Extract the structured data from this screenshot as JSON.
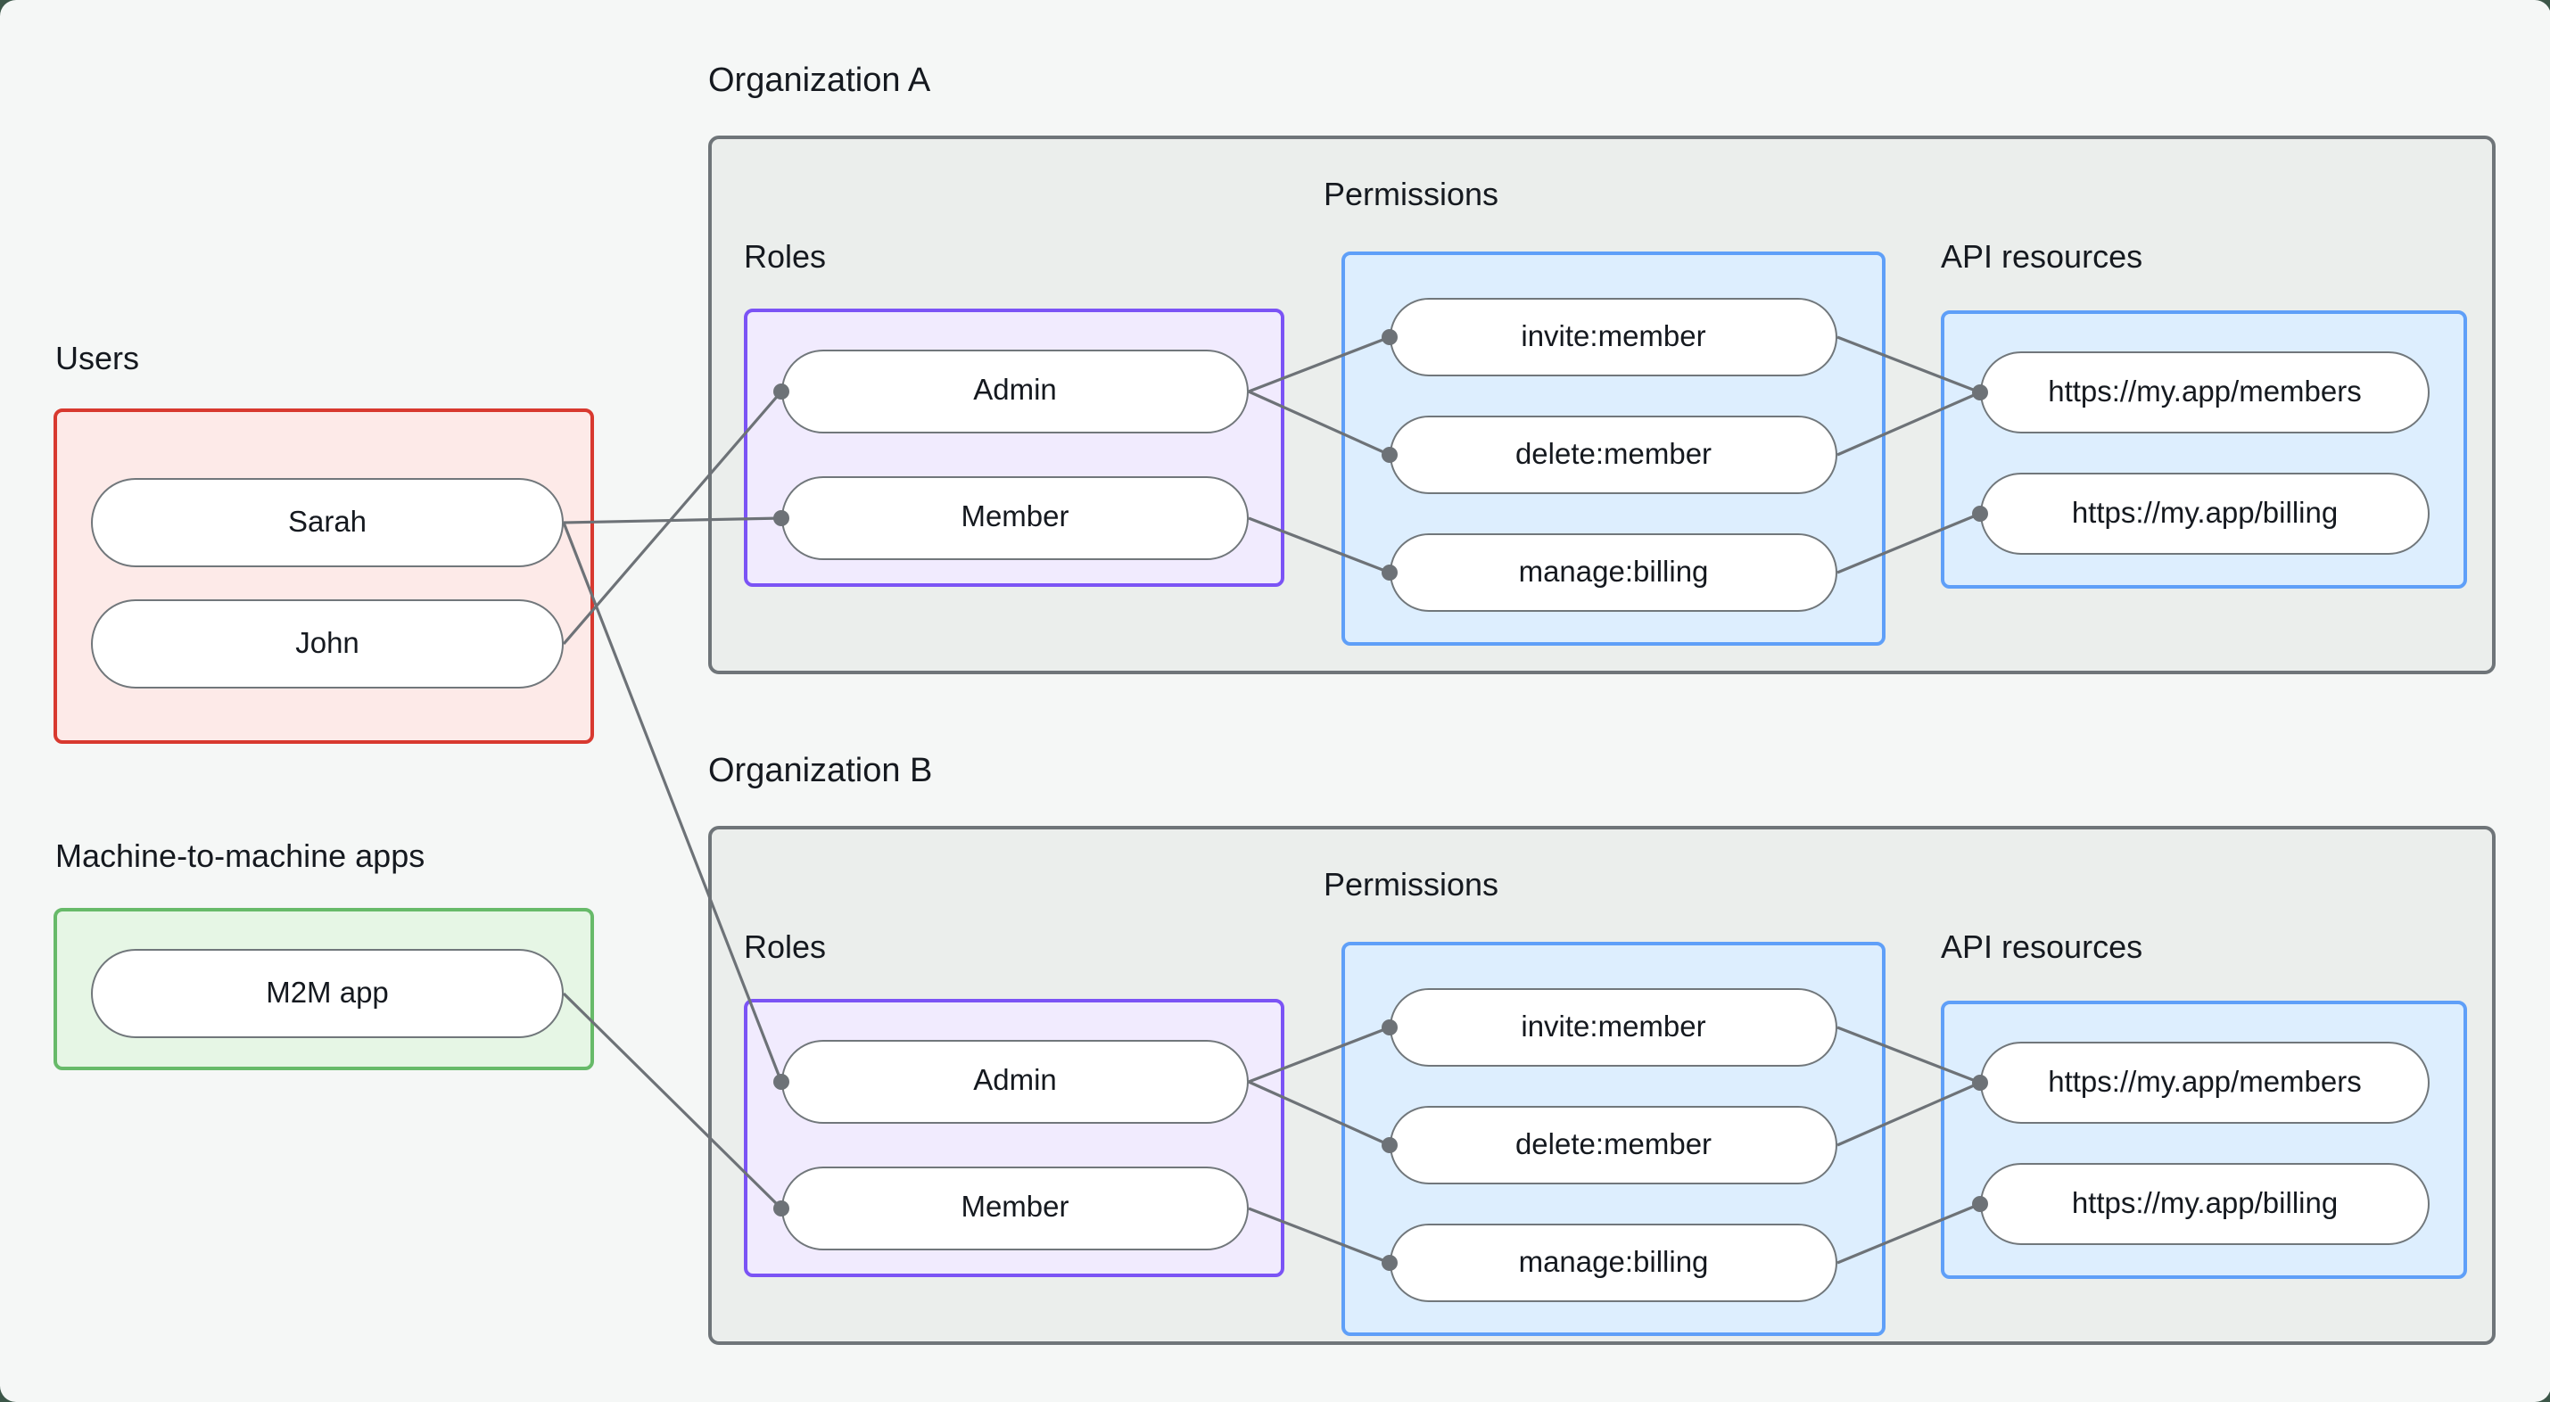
{
  "colors": {
    "backdrop": "#3d5749",
    "page_bg": "#f5f7f6",
    "org_fill": "#ebeeec",
    "org_border": "#6f7579",
    "users_fill": "#fdeae8",
    "users_border": "#d8392f",
    "m2m_fill": "#e6f6e5",
    "m2m_border": "#67ba69",
    "roles_fill": "#f1ebfe",
    "roles_border": "#7b53f5",
    "blue_fill": "#ddeefe",
    "blue_border": "#5f9ff8",
    "pill_fill": "#ffffff",
    "pill_border": "#71777b",
    "edge_line": "#6d7277",
    "text": "#15191f"
  },
  "users_group": {
    "label": "Users",
    "items": [
      {
        "id": "users.sarah",
        "label": "Sarah"
      },
      {
        "id": "users.john",
        "label": "John"
      }
    ]
  },
  "m2m_group": {
    "label": "Machine-to-machine apps",
    "items": [
      {
        "id": "m2m.app",
        "label": "M2M app"
      }
    ]
  },
  "organizations": [
    {
      "id": "orgA",
      "title": "Organization A",
      "roles_label": "Roles",
      "permissions_label": "Permissions",
      "api_label": "API resources",
      "roles": [
        {
          "id": "orgA.roles.admin",
          "label": "Admin"
        },
        {
          "id": "orgA.roles.member",
          "label": "Member"
        }
      ],
      "permissions": [
        {
          "id": "orgA.perm.invite",
          "label": "invite:member"
        },
        {
          "id": "orgA.perm.delete",
          "label": "delete:member"
        },
        {
          "id": "orgA.perm.billing",
          "label": "manage:billing"
        }
      ],
      "apis": [
        {
          "id": "orgA.api.members",
          "label": "https://my.app/members"
        },
        {
          "id": "orgA.api.billing",
          "label": "https://my.app/billing"
        }
      ]
    },
    {
      "id": "orgB",
      "title": "Organization B",
      "roles_label": "Roles",
      "permissions_label": "Permissions",
      "api_label": "API resources",
      "roles": [
        {
          "id": "orgB.roles.admin",
          "label": "Admin"
        },
        {
          "id": "orgB.roles.member",
          "label": "Member"
        }
      ],
      "permissions": [
        {
          "id": "orgB.perm.invite",
          "label": "invite:member"
        },
        {
          "id": "orgB.perm.delete",
          "label": "delete:member"
        },
        {
          "id": "orgB.perm.billing",
          "label": "manage:billing"
        }
      ],
      "apis": [
        {
          "id": "orgB.api.members",
          "label": "https://my.app/members"
        },
        {
          "id": "orgB.api.billing",
          "label": "https://my.app/billing"
        }
      ]
    }
  ],
  "edges": [
    {
      "from": "users.sarah",
      "to": "orgA.roles.member"
    },
    {
      "from": "users.john",
      "to": "orgA.roles.admin"
    },
    {
      "from": "users.sarah",
      "to": "orgB.roles.admin"
    },
    {
      "from": "m2m.app",
      "to": "orgB.roles.member"
    },
    {
      "from": "orgA.roles.admin",
      "to": "orgA.perm.invite"
    },
    {
      "from": "orgA.roles.admin",
      "to": "orgA.perm.delete"
    },
    {
      "from": "orgA.roles.member",
      "to": "orgA.perm.billing"
    },
    {
      "from": "orgA.perm.invite",
      "to": "orgA.api.members"
    },
    {
      "from": "orgA.perm.delete",
      "to": "orgA.api.members"
    },
    {
      "from": "orgA.perm.billing",
      "to": "orgA.api.billing"
    },
    {
      "from": "orgB.roles.admin",
      "to": "orgB.perm.invite"
    },
    {
      "from": "orgB.roles.admin",
      "to": "orgB.perm.delete"
    },
    {
      "from": "orgB.roles.member",
      "to": "orgB.perm.billing"
    },
    {
      "from": "orgB.perm.invite",
      "to": "orgB.api.members"
    },
    {
      "from": "orgB.perm.delete",
      "to": "orgB.api.members"
    },
    {
      "from": "orgB.perm.billing",
      "to": "orgB.api.billing"
    }
  ]
}
